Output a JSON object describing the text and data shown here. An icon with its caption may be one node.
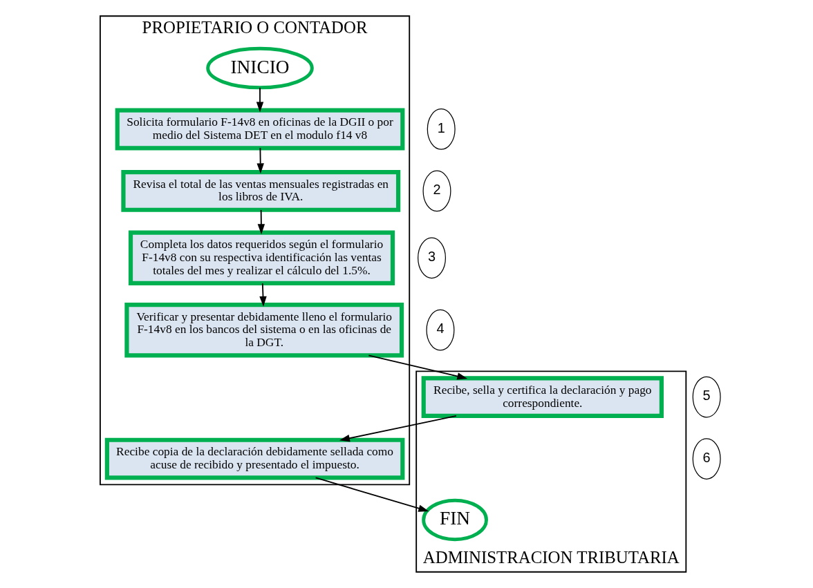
{
  "diagram": {
    "nodes": [
      {
        "text": [
          "PROPIETARIO O CONTADOR"
        ]
      },
      {
        "text": [
          "ADMINISTRACION TRIBUTARIA"
        ]
      },
      {
        "text": [
          "INICIO"
        ],
        "in": 0
      },
      {
        "text": [
          "Solicita formulario F-14v8 en oficinas de la DGII o por medio del Sistema DET en el modulo f14 v8"
        ],
        "in": 0
      },
      {
        "text": [
          "1"
        ]
      },
      {
        "text": [
          "Revisa el total de las ventas mensuales registradas en los libros de IVA."
        ],
        "in": 0
      },
      {
        "text": [
          "2"
        ]
      },
      {
        "text": [
          "Completa los datos requeridos según el formulario F-14v8 con su respectiva identificación las ventas totales del mes y realizar el cálculo del 1.5%."
        ],
        "in": 0
      },
      {
        "text": [
          "3"
        ]
      },
      {
        "text": [
          "Verificar y presentar debidamente lleno el formulario F-14v8 en los bancos del sistema o en las oficinas de la DGT."
        ],
        "in": 0
      },
      {
        "text": [
          "4"
        ]
      },
      {
        "text": [
          "Recibe, sella y certifica la declaración y pago correspondiente."
        ],
        "in": 1
      },
      {
        "text": [
          "5"
        ]
      },
      {
        "text": [
          "Recibe copia de la declaración debidamente sellada como acuse de recibido y presentado el impuesto."
        ],
        "in": 0
      },
      {
        "text": [
          "6"
        ]
      },
      {
        "text": [
          "FIN"
        ],
        "in": 1
      }
    ],
    "edges": [
      {
        "from": 2,
        "to": 3,
        "arrow": "to"
      },
      {
        "from": 3,
        "to": 5,
        "arrow": "to"
      },
      {
        "from": 5,
        "to": 7,
        "arrow": "to"
      },
      {
        "from": 7,
        "to": 9,
        "arrow": "to"
      },
      {
        "from": 9,
        "to": 11,
        "arrow": "to"
      },
      {
        "from": 11,
        "to": 13,
        "arrow": "to"
      },
      {
        "from": 13,
        "to": 15,
        "arrow": "to"
      }
    ]
  }
}
